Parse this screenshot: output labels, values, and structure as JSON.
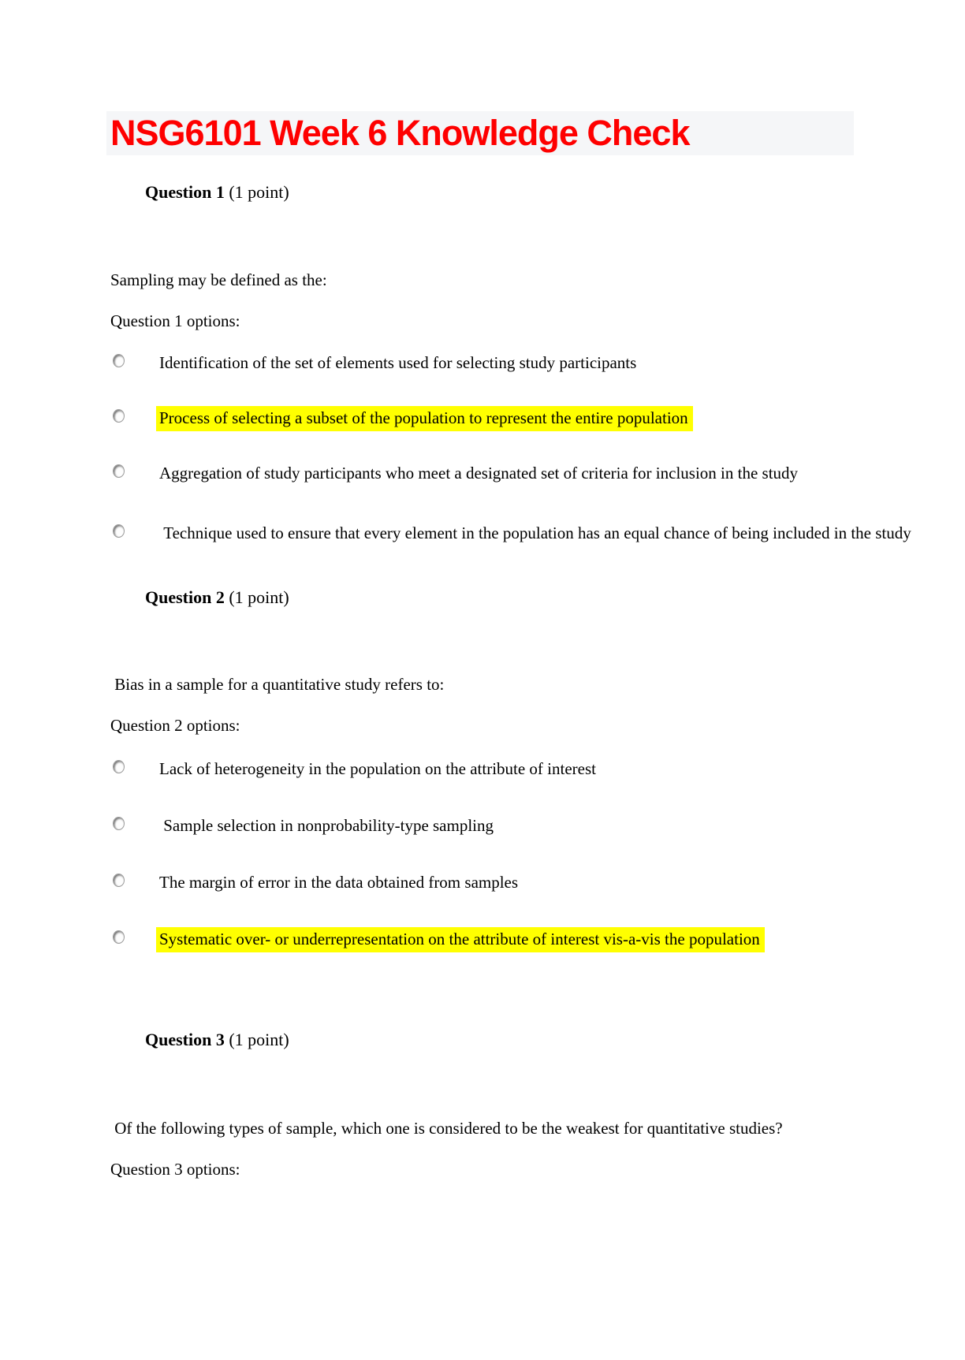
{
  "page": {
    "title": "NSG6101 Week 6 Knowledge Check",
    "title_color": "#fe0000",
    "title_bar_bg": "#f5f6f8",
    "highlight_color": "#ffff00"
  },
  "questions": [
    {
      "number_label": "Question 1",
      "points_label": " (1 point)",
      "prompt": "Sampling may be defined as the:",
      "options_label": "Question 1 options:",
      "options": [
        {
          "text": "Identification of the set of elements used for selecting study participants",
          "highlighted": false
        },
        {
          "text": "Process of selecting a subset of the population to represent the entire population",
          "highlighted": true
        },
        {
          "text": "Aggregation of study participants who meet a designated set of criteria for inclusion in the study",
          "highlighted": false
        },
        {
          "text": " Technique used to ensure that every element in the population has an equal chance of being included in the study",
          "highlighted": false
        }
      ]
    },
    {
      "number_label": "Question 2",
      "points_label": " (1 point)",
      "prompt": " Bias in a sample for a quantitative study refers to:",
      "options_label": "Question 2 options:",
      "options": [
        {
          "text": "Lack of heterogeneity in the population on the attribute of interest",
          "highlighted": false
        },
        {
          "text": " Sample selection in nonprobability-type sampling",
          "highlighted": false
        },
        {
          "text": "The margin of error in the data obtained from samples",
          "highlighted": false
        },
        {
          "text": "Systematic over- or underrepresentation on the attribute of interest vis-a-vis the population",
          "highlighted": true
        }
      ]
    },
    {
      "number_label": "Question 3",
      "points_label": " (1 point)",
      "prompt": " Of the following types of sample, which one is considered to be the weakest for quantitative studies?",
      "options_label": "Question 3 options:",
      "options": []
    }
  ]
}
